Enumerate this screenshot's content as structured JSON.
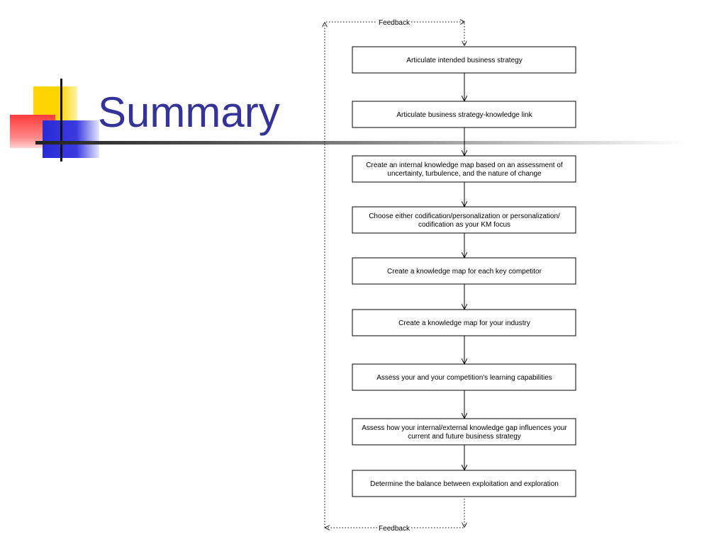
{
  "slide": {
    "title": "Summary"
  },
  "diagram": {
    "steps": [
      {
        "lines": [
          "Articulate intended business strategy"
        ]
      },
      {
        "lines": [
          "Articulate business strategy-knowledge link"
        ]
      },
      {
        "lines": [
          "Create an internal knowledge map based on an assessment of",
          "uncertainty, turbulence, and the nature of change"
        ]
      },
      {
        "lines": [
          "Choose either codification/personalization or personalization/",
          "codification as your KM focus"
        ]
      },
      {
        "lines": [
          "Create a knowledge map for each key competitor"
        ]
      },
      {
        "lines": [
          "Create a knowledge map for your industry"
        ]
      },
      {
        "lines": [
          "Assess your and your competition's learning capabilities"
        ]
      },
      {
        "lines": [
          "Assess how your internal/external knowledge gap influences your",
          "current and future business strategy"
        ]
      },
      {
        "lines": [
          "Determine the balance between exploitation and exploration"
        ]
      }
    ],
    "feedback_top": "Feedback",
    "feedback_bottom": "Feedback"
  }
}
